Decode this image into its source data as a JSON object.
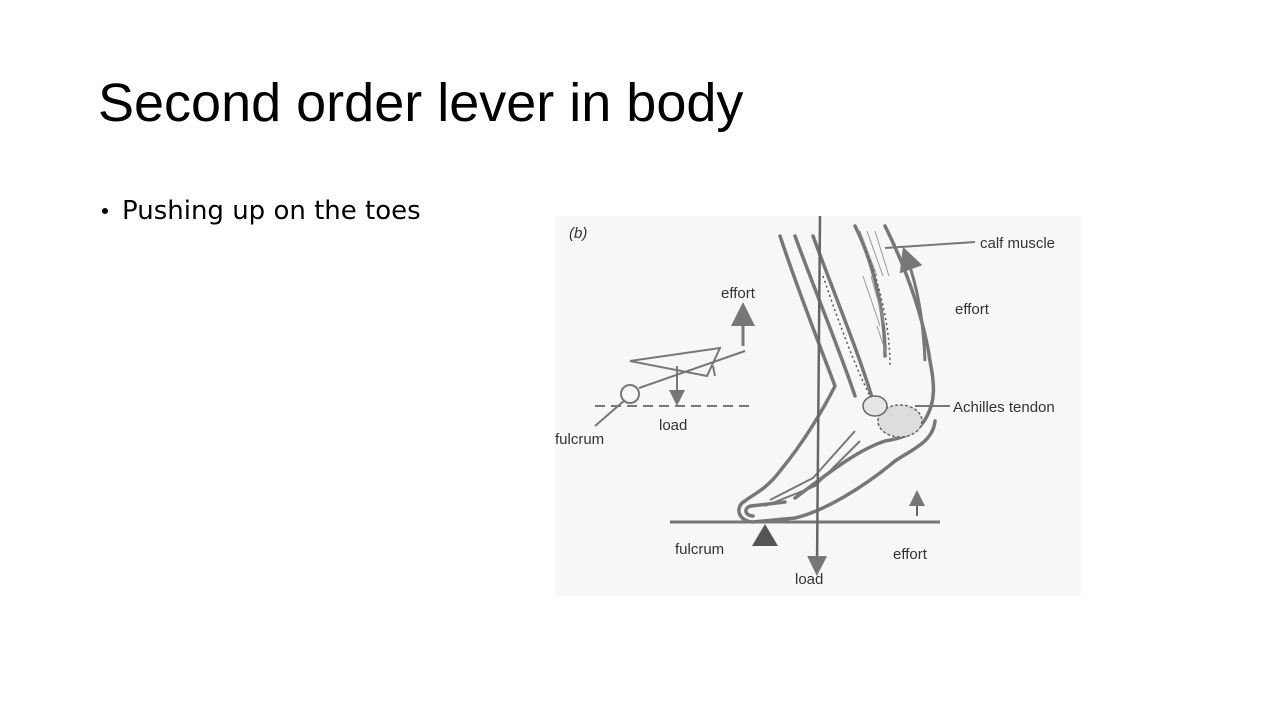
{
  "slide": {
    "title": "Second order lever in body",
    "bullets": [
      "Pushing up on the toes"
    ]
  },
  "figure": {
    "panel_label": "(b)",
    "labels": {
      "calf_muscle": "calf muscle",
      "effort_top": "effort",
      "achilles": "Achilles tendon",
      "effort_small": "effort",
      "load_small": "load",
      "fulcrum_small": "fulcrum",
      "fulcrum_main": "fulcrum",
      "load_main": "load",
      "effort_main": "effort"
    },
    "colors": {
      "line": "#777777",
      "text": "#333333",
      "background": "#f7f7f7"
    }
  }
}
